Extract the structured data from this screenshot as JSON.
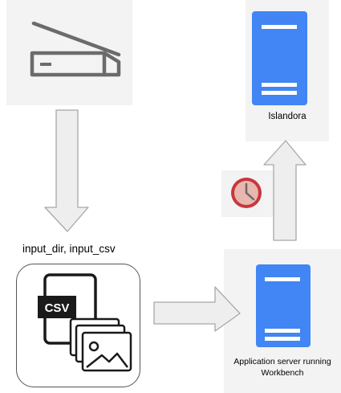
{
  "nodes": {
    "scanner": {
      "icon": "scanner-icon"
    },
    "islandora": {
      "label": "Islandora",
      "icon": "server-icon"
    },
    "schedule": {
      "icon": "clock-icon"
    },
    "input": {
      "label": "input_dir, input_csv",
      "badge": "CSV",
      "icons": [
        "document-icon",
        "image-stack-icon"
      ]
    },
    "app_server": {
      "label": "Application server running Workbench",
      "icon": "server-icon"
    }
  },
  "edges": [
    {
      "from": "scanner",
      "to": "input",
      "direction": "down"
    },
    {
      "from": "input",
      "to": "app_server",
      "direction": "right"
    },
    {
      "from": "app_server",
      "to": "islandora",
      "direction": "up"
    }
  ],
  "colors": {
    "server_blue": "#4285f4",
    "arrow_fill": "#eeeeee",
    "arrow_stroke": "#a8a8a8",
    "panel_bg": "#f3f3f3",
    "clock_face": "#e8b7ae",
    "clock_rim": "#c9363e",
    "csv_badge": "#1a1a1a"
  }
}
